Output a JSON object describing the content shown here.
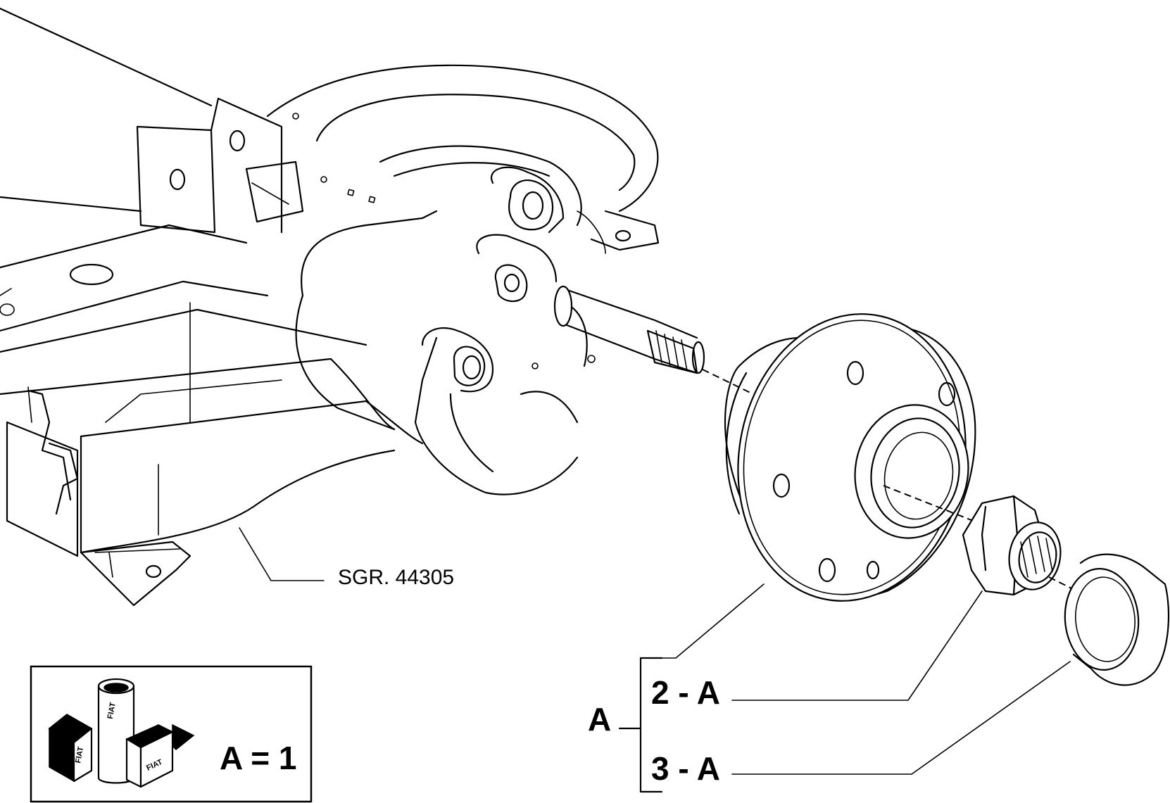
{
  "reference": {
    "text": "SGR. 44305"
  },
  "kit": {
    "label": "A",
    "items": [
      {
        "label": "2 - A"
      },
      {
        "label": "3 - A"
      }
    ]
  },
  "legend": {
    "text": "A = 1",
    "brand": "FIAT"
  },
  "colors": {
    "ink": "#000000",
    "paper": "#ffffff"
  }
}
